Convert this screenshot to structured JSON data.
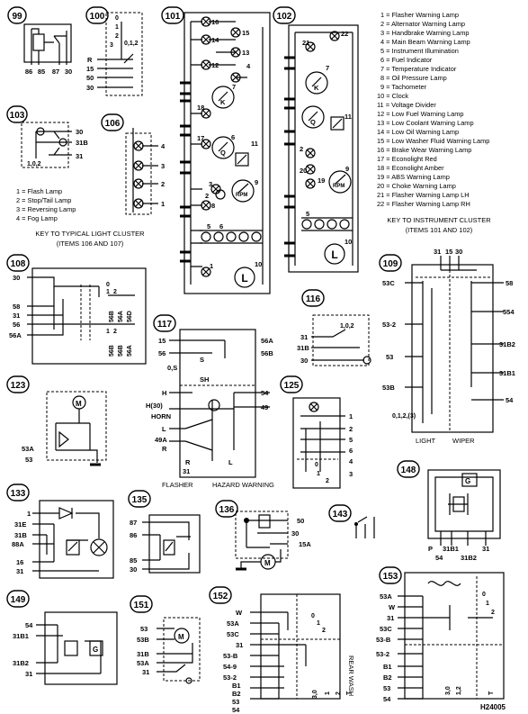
{
  "diagram_ref": "H24005",
  "instrument_key": {
    "items": [
      "1 = Flasher Warning Lamp",
      "2 = Alternator Warning Lamp",
      "3 = Handbrake Warning Lamp",
      "4 = Main Beam Warning Lamp",
      "5 = Instrument Illumination",
      "6 = Fuel Indicator",
      "7 = Temperature Indicator",
      "8 = Oil Pressure Lamp",
      "9 = Tachometer",
      "10 = Clock",
      "11 = Voltage Divider",
      "12 = Low Fuel Warning Lamp",
      "13 = Low Coolant Warning Lamp",
      "14 = Low Oil Warning Lamp",
      "15 = Low Washer Fluid Warning Lamp",
      "16 = Brake Wear Warning Lamp",
      "17 = Econolight Red",
      "18 = Econolight Amber",
      "19 = ABS Warning Lamp",
      "20 = Choke Warning Lamp",
      "21 = Flasher Warning Lamp LH",
      "22 = Flasher Warning Lamp RH"
    ],
    "caption_1": "KEY TO INSTRUMENT CLUSTER",
    "caption_2": "(ITEMS 101 AND 102)"
  },
  "light_key": {
    "items": [
      "1 = Flash Lamp",
      "2 = Stop/Tail Lamp",
      "3 = Reversing Lamp",
      "4 = Fog Lamp"
    ],
    "caption_1": "KEY TO TYPICAL LIGHT CLUSTER",
    "caption_2": "(ITEMS 106 AND 107)"
  },
  "components": {
    "c99": {
      "num": "99",
      "pins": [
        "86",
        "85",
        "87",
        "30"
      ]
    },
    "c100": {
      "num": "100",
      "pins": [
        "R",
        "15",
        "50",
        "30"
      ],
      "pos": [
        "0",
        "1",
        "2",
        "3",
        "0,1,2"
      ]
    },
    "c101": {
      "num": "101",
      "lamps": [
        "16",
        "14",
        "12",
        "15",
        "13",
        "4",
        "7",
        "18",
        "17",
        "6",
        "11",
        "3",
        "2",
        "8",
        "9",
        "5",
        "6",
        "1",
        "10"
      ],
      "clock": "L"
    },
    "c102": {
      "num": "102",
      "lamps": [
        "21",
        "22",
        "7",
        "11",
        "2",
        "20",
        "19",
        "9",
        "5",
        "10"
      ],
      "clock": "L",
      "k": "K",
      "q": "Q",
      "rpm": "RPM"
    },
    "c103": {
      "num": "103",
      "pins": [
        "30",
        "31B",
        "31"
      ],
      "pos": "1,0,2"
    },
    "c106": {
      "num": "106",
      "lamps": [
        "4",
        "3",
        "2",
        "1"
      ]
    },
    "c108": {
      "num": "108",
      "pins": [
        "30",
        "58",
        "31",
        "56",
        "56A"
      ],
      "side": [
        "56B",
        "56A",
        "56D",
        "56B",
        "56B",
        "56A"
      ],
      "pos": [
        "0",
        "1",
        "2",
        "1",
        "2"
      ]
    },
    "c109": {
      "num": "109",
      "top": [
        "31",
        "15",
        "30"
      ],
      "left": [
        "53C",
        "53-2",
        "53",
        "53B"
      ],
      "right": [
        "58",
        "554",
        "31B2",
        "31B1",
        "54"
      ],
      "pos": "0,1,2,(3)",
      "caption_left": "LIGHT",
      "caption_right": "WIPER"
    },
    "c116": {
      "num": "116",
      "pins": [
        "31",
        "31B",
        "30"
      ],
      "pos": "1,0,2"
    },
    "c117": {
      "num": "117",
      "left": [
        "15",
        "56",
        "0,S",
        "H",
        "H(30)",
        "HORN",
        "L",
        "49A",
        "R",
        "31"
      ],
      "right": [
        "56A",
        "56B",
        "54",
        "49"
      ],
      "mid": [
        "S",
        "SH",
        "R",
        "L"
      ],
      "caption_left": "FLASHER",
      "caption_right": "HAZARD WARNING"
    },
    "c123": {
      "num": "123",
      "pins": [
        "53A",
        "53"
      ],
      "motor": "M"
    },
    "c125": {
      "num": "125",
      "pins": [
        "1",
        "2",
        "5",
        "6",
        "4",
        "3"
      ],
      "pos": [
        "0",
        "1",
        "2"
      ]
    },
    "c133": {
      "num": "133",
      "pins": [
        "1",
        "31E",
        "31B",
        "88A",
        "16",
        "31"
      ]
    },
    "c135": {
      "num": "135",
      "pins": [
        "87",
        "86",
        "85",
        "30"
      ]
    },
    "c136": {
      "num": "136",
      "pins": [
        "50",
        "30",
        "15A"
      ],
      "motor": "M"
    },
    "c143": {
      "num": "143"
    },
    "c148": {
      "num": "148",
      "pins": [
        "P",
        "54",
        "31B1",
        "31",
        "31B2"
      ],
      "g": "G"
    },
    "c149": {
      "num": "149",
      "pins": [
        "54",
        "31B1",
        "31B2",
        "31"
      ],
      "g": "G"
    },
    "c151": {
      "num": "151",
      "pins": [
        "53",
        "53B",
        "31B",
        "53A",
        "31"
      ],
      "motor": "M"
    },
    "c152": {
      "num": "152",
      "pins": [
        "W",
        "53A",
        "53C",
        "31",
        "53-B",
        "54-9",
        "53-2",
        "B1",
        "B2",
        "53",
        "54"
      ],
      "pos": [
        "0",
        "1",
        "2",
        "3,0",
        "1",
        "2",
        "T"
      ],
      "side": "REAR WASH"
    },
    "c153": {
      "num": "153",
      "pins": [
        "53A",
        "W",
        "31",
        "53C",
        "53-B",
        "53-2",
        "B1",
        "B2",
        "53",
        "54"
      ],
      "pos": [
        "0",
        "1",
        "2",
        "3,0",
        "1,2",
        "T"
      ]
    }
  }
}
